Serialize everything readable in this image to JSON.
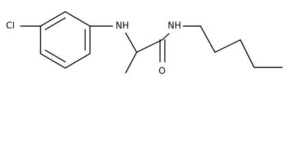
{
  "molecule": {
    "atom_labels": {
      "chlorine": "Cl",
      "amine_nh": "NH",
      "amide_nh": "NH",
      "oxygen": "O"
    }
  }
}
